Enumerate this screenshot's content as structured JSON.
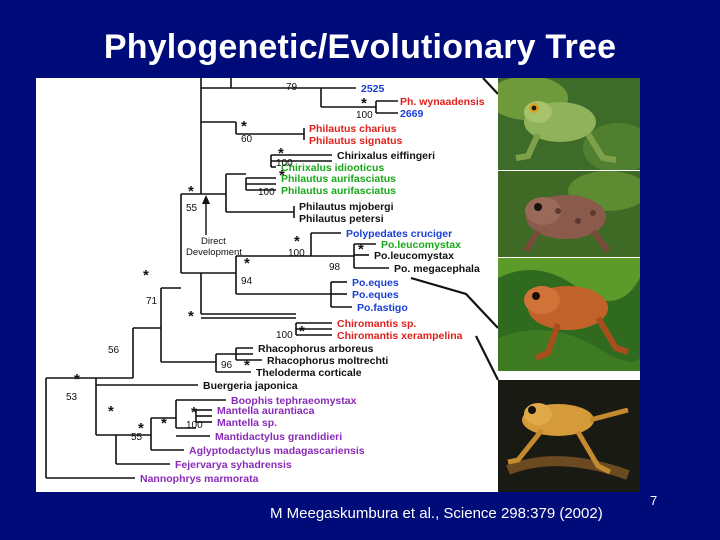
{
  "slide": {
    "title": "Phylogenetic/Evolutionary Tree",
    "citation": "M Meegaskumbura et al., Science 298:379 (2002)",
    "slide_number": "7"
  },
  "colors": {
    "background": "#000b7a",
    "blue_taxa": "#1a3fd8",
    "red_taxa": "#e0201c",
    "green_taxa": "#1aa81a",
    "purple_taxa": "#8a2bb8",
    "black_taxa": "#111111"
  },
  "tree": {
    "taxa": [
      {
        "label": "2525",
        "color": "blue"
      },
      {
        "label": "Ph. wynaadensis",
        "color": "red"
      },
      {
        "label": "2669",
        "color": "blue"
      },
      {
        "label": "Philautus charius",
        "color": "red"
      },
      {
        "label": "Philautus signatus",
        "color": "red"
      },
      {
        "label": "Chirixalus eiffingeri",
        "color": "black"
      },
      {
        "label": "Chirixalus idiooticus",
        "color": "green"
      },
      {
        "label": "Philautus aurifasciatus",
        "color": "green"
      },
      {
        "label": "Philautus aurifasciatus",
        "color": "green"
      },
      {
        "label": "Philautus mjobergi",
        "color": "black"
      },
      {
        "label": "Philautus petersi",
        "color": "black"
      },
      {
        "label": "Polypedates cruciger",
        "color": "blue"
      },
      {
        "label": "Po.leucomystax",
        "color": "green"
      },
      {
        "label": "Po.leucomystax",
        "color": "black"
      },
      {
        "label": "Po. megacephala",
        "color": "black"
      },
      {
        "label": "Po.eques",
        "color": "blue"
      },
      {
        "label": "Po.eques",
        "color": "blue"
      },
      {
        "label": "Po.fastigo",
        "color": "blue"
      },
      {
        "label": "Chiromantis sp.",
        "color": "red"
      },
      {
        "label": "Chiromantis xerampelina",
        "color": "red"
      },
      {
        "label": "Rhacophorus arboreus",
        "color": "black"
      },
      {
        "label": "Rhacophorus moltrechti",
        "color": "black"
      },
      {
        "label": "Theloderma corticale",
        "color": "black"
      },
      {
        "label": "Buergeria japonica",
        "color": "black"
      },
      {
        "label": "Boophis tephraeomystax",
        "color": "purple"
      },
      {
        "label": "Mantella aurantiaca",
        "color": "purple"
      },
      {
        "label": "Mantella sp.",
        "color": "purple"
      },
      {
        "label": "Mantidactylus grandidieri",
        "color": "purple"
      },
      {
        "label": "Aglyptodactylus madagascariensis",
        "color": "purple"
      },
      {
        "label": "Fejervarya syhadrensis",
        "color": "purple"
      },
      {
        "label": "Nannophrys marmorata",
        "color": "purple"
      }
    ],
    "support_values": [
      "79",
      "100",
      "60",
      "100",
      "100",
      "55",
      "100",
      "98",
      "94",
      "71",
      "100",
      "56",
      "96",
      "53",
      "100",
      "55"
    ],
    "star": "*",
    "annotation": [
      "Direct",
      "Development"
    ]
  },
  "photos": [
    "frog-photo-1",
    "frog-photo-2",
    "frog-photo-3",
    "frog-photo-4"
  ]
}
